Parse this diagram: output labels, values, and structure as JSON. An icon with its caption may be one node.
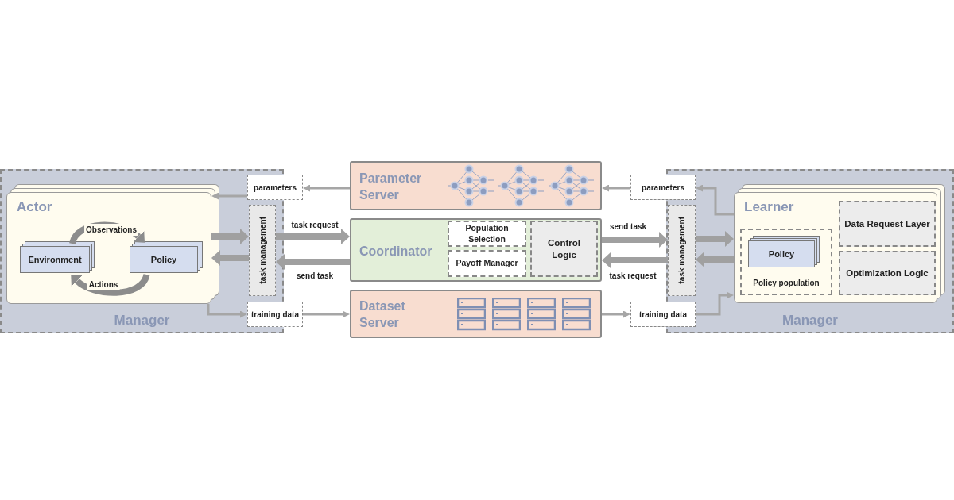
{
  "diagram": {
    "nodes": [
      {
        "text": [
          "Manager"
        ]
      },
      {
        "text": [
          "Actor"
        ],
        "in": 0
      },
      {
        "text": [
          "Environment"
        ],
        "in": 1
      },
      {
        "text": [
          "Policy"
        ],
        "in": 1
      },
      {
        "text": [
          "parameters"
        ]
      },
      {
        "text": [
          "task management"
        ],
        "in": 0
      },
      {
        "text": [
          "training data"
        ]
      },
      {
        "text": [
          "Parameter Server"
        ]
      },
      {
        "text": [
          "Coordinator"
        ]
      },
      {
        "text": [
          "Population Selection"
        ],
        "in": 8
      },
      {
        "text": [
          "Payoff Manager"
        ],
        "in": 8
      },
      {
        "text": [
          "Control Logic"
        ],
        "in": 8
      },
      {
        "text": [
          "Dataset Server"
        ]
      },
      {
        "text": [
          "Manager"
        ]
      },
      {
        "text": [
          "parameters"
        ]
      },
      {
        "text": [
          "task management"
        ],
        "in": 13
      },
      {
        "text": [
          "training data"
        ]
      },
      {
        "text": [
          "Learner"
        ],
        "in": 13
      },
      {
        "text": [
          "Data Request Layer"
        ],
        "in": 17
      },
      {
        "text": [
          "Policy population"
        ],
        "in": 17
      },
      {
        "text": [
          "Policy"
        ],
        "in": 19
      },
      {
        "text": [
          "Optimization Logic"
        ],
        "in": 17
      }
    ],
    "edges": [
      {
        "from": 2,
        "to": 3,
        "arrow": "to",
        "label": "Observations",
        "color": "#8c8c8c"
      },
      {
        "from": 3,
        "to": 2,
        "arrow": "to",
        "label": "Actions",
        "color": "#8c8c8c"
      },
      {
        "from": 7,
        "to": 4,
        "arrow": "to"
      },
      {
        "from": 4,
        "to": 1,
        "arrow": "to"
      },
      {
        "from": 1,
        "to": 5,
        "arrow": "to"
      },
      {
        "from": 5,
        "to": 1,
        "arrow": "to"
      },
      {
        "from": 1,
        "to": 6,
        "arrow": "to"
      },
      {
        "from": 6,
        "to": 12,
        "arrow": "to"
      },
      {
        "from": 5,
        "to": 8,
        "arrow": "to",
        "label": "task request"
      },
      {
        "from": 8,
        "to": 5,
        "arrow": "to",
        "label": "send task"
      },
      {
        "from": 12,
        "to": 16,
        "arrow": "to"
      },
      {
        "from": 16,
        "to": 17,
        "arrow": "to"
      },
      {
        "from": 17,
        "to": 14,
        "arrow": "to"
      },
      {
        "from": 14,
        "to": 7,
        "arrow": "to"
      },
      {
        "from": 8,
        "to": 15,
        "arrow": "to",
        "label": "send task"
      },
      {
        "from": 15,
        "to": 8,
        "arrow": "to",
        "label": "task request"
      },
      {
        "from": 15,
        "to": 17,
        "arrow": "to"
      },
      {
        "from": 17,
        "to": 15,
        "arrow": "to"
      }
    ]
  }
}
